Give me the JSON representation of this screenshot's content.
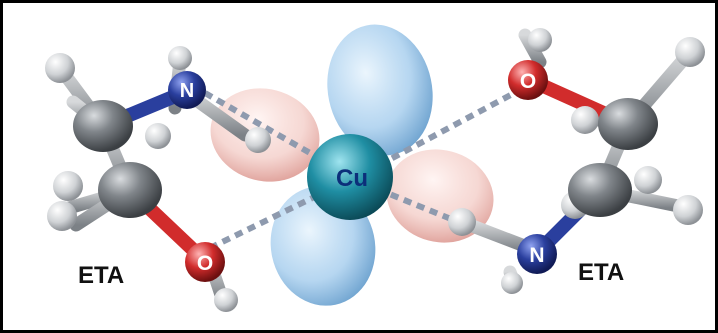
{
  "labels": {
    "left_ligand": "ETA",
    "right_ligand": "ETA",
    "center_atom": "Cu",
    "atom_N_left": "N",
    "atom_N_right": "N",
    "atom_O_left": "O",
    "atom_O_right": "O"
  },
  "colors": {
    "carbon": "#6f7377",
    "hydrogen": "#d7d9db",
    "nitrogen": "#2a3f9e",
    "oxygen": "#d12c2c",
    "copper": "#1f8ea3",
    "lobe_blue": "#8fbde0",
    "lobe_pink": "#f0b9b3",
    "bond_dashed": "#8e9aae",
    "label_text": "#111111"
  }
}
